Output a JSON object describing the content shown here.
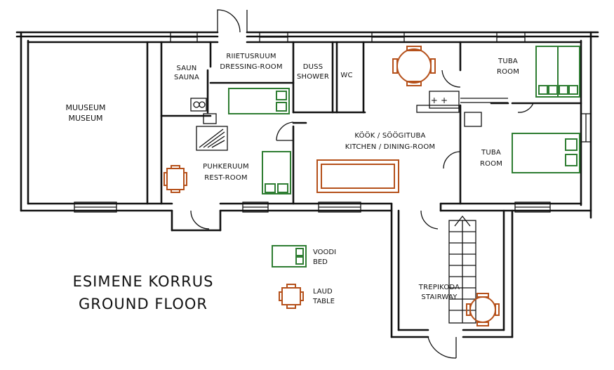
{
  "title": {
    "line1": "ESIMENE KORRUS",
    "line2": "GROUND FLOOR"
  },
  "rooms": {
    "museum": [
      "MUUSEUM",
      "MUSEUM"
    ],
    "sauna": [
      "SAUN",
      "SAUNA"
    ],
    "dressing": [
      "RIIETUSRUUM",
      "DRESSING-ROOM"
    ],
    "shower": [
      "DUSS",
      "SHOWER"
    ],
    "wc": "WC",
    "kitchen": [
      "KÖÖK / SÖÖGITUBA",
      "KITCHEN / DINING-ROOM"
    ],
    "room1": [
      "TUBA",
      "ROOM"
    ],
    "room2": [
      "TUBA",
      "ROOM"
    ],
    "rest": [
      "PUHKERUUM",
      "REST-ROOM"
    ],
    "stairway": [
      "TREPIKODA",
      "STAIRWAY"
    ]
  },
  "legend": {
    "bed": [
      "VOODI",
      "BED"
    ],
    "table": [
      "LAUD",
      "TABLE"
    ]
  },
  "colors": {
    "bed": "#2e7d32",
    "table": "#b5501a",
    "wall": "#111111"
  }
}
